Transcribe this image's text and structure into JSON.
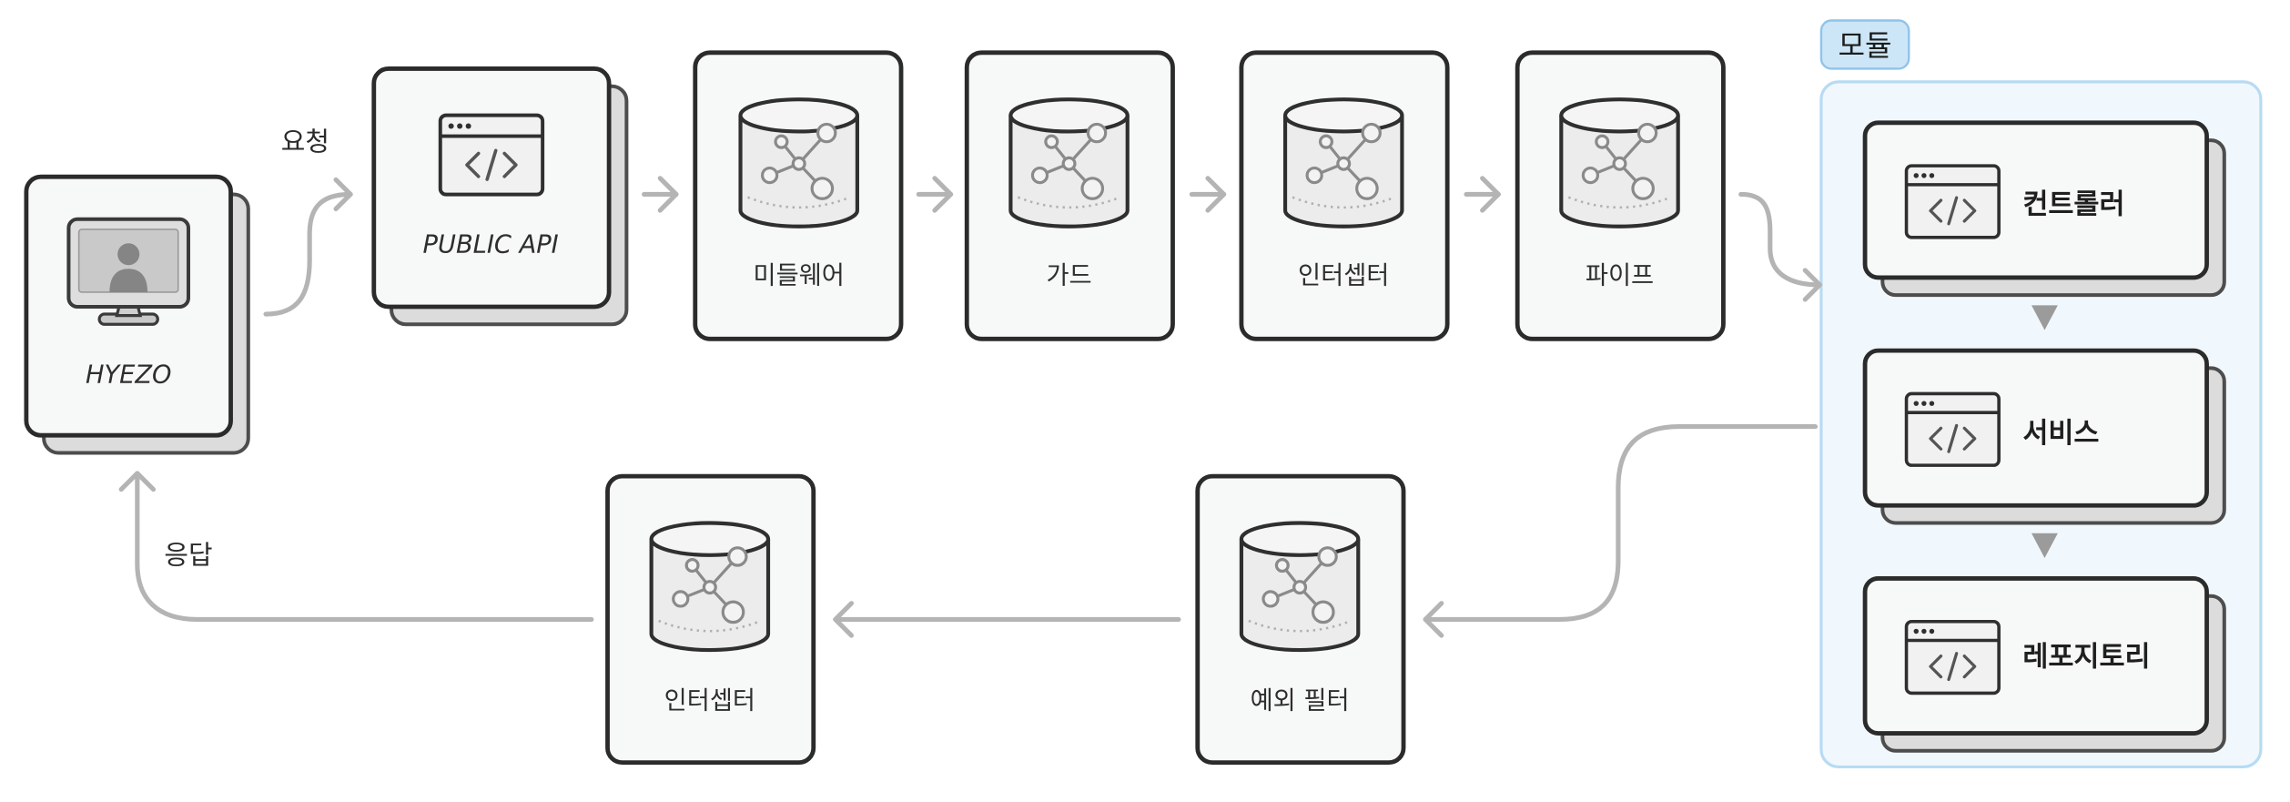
{
  "client": {
    "label": "HYEZO",
    "icon": "monitor-user-icon"
  },
  "flow_labels": {
    "request": "요청",
    "response": "응답"
  },
  "request_pipeline": [
    {
      "label": "PUBLIC API",
      "icon": "code-window-icon"
    },
    {
      "label": "미들웨어",
      "icon": "database-icon"
    },
    {
      "label": "가드",
      "icon": "database-icon"
    },
    {
      "label": "인터셉터",
      "icon": "database-icon"
    },
    {
      "label": "파이프",
      "icon": "database-icon"
    }
  ],
  "module": {
    "title": "모듈",
    "layers": [
      {
        "label": "컨트롤러",
        "icon": "code-window-icon"
      },
      {
        "label": "서비스",
        "icon": "code-window-icon"
      },
      {
        "label": "레포지토리",
        "icon": "code-window-icon"
      }
    ]
  },
  "response_pipeline": [
    {
      "label": "예외 필터",
      "icon": "database-icon"
    },
    {
      "label": "인터셉터",
      "icon": "database-icon"
    }
  ],
  "colors": {
    "module_background": "#f1f8fd",
    "module_border": "#b7dbf3",
    "badge_background": "#cde6f7",
    "badge_border": "#8fc4ea",
    "arrow": "#b4b4b4",
    "layer_triangle": "#9b9b9b"
  }
}
